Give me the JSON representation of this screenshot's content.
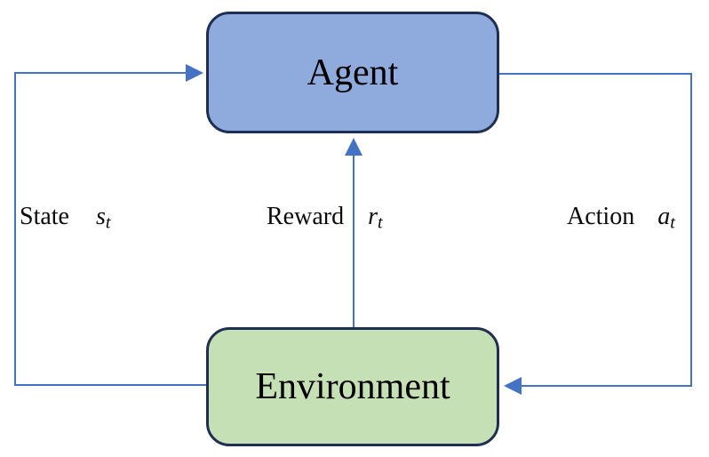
{
  "diagram": {
    "nodes": {
      "agent": {
        "label": "Agent"
      },
      "environment": {
        "label": "Environment"
      }
    },
    "edges": {
      "state": {
        "word": "State",
        "symbol": "s",
        "subscript": "t",
        "from": "environment",
        "to": "agent"
      },
      "reward": {
        "word": "Reward",
        "symbol": "r",
        "subscript": "t",
        "from": "environment",
        "to": "agent"
      },
      "action": {
        "word": "Action",
        "symbol": "a",
        "subscript": "t",
        "from": "agent",
        "to": "environment"
      }
    },
    "colors": {
      "agent_fill": "#8FAADC",
      "environment_fill": "#C5E0B4",
      "node_border": "#1E2F52",
      "connector": "#4472C4",
      "text": "#000000"
    }
  }
}
